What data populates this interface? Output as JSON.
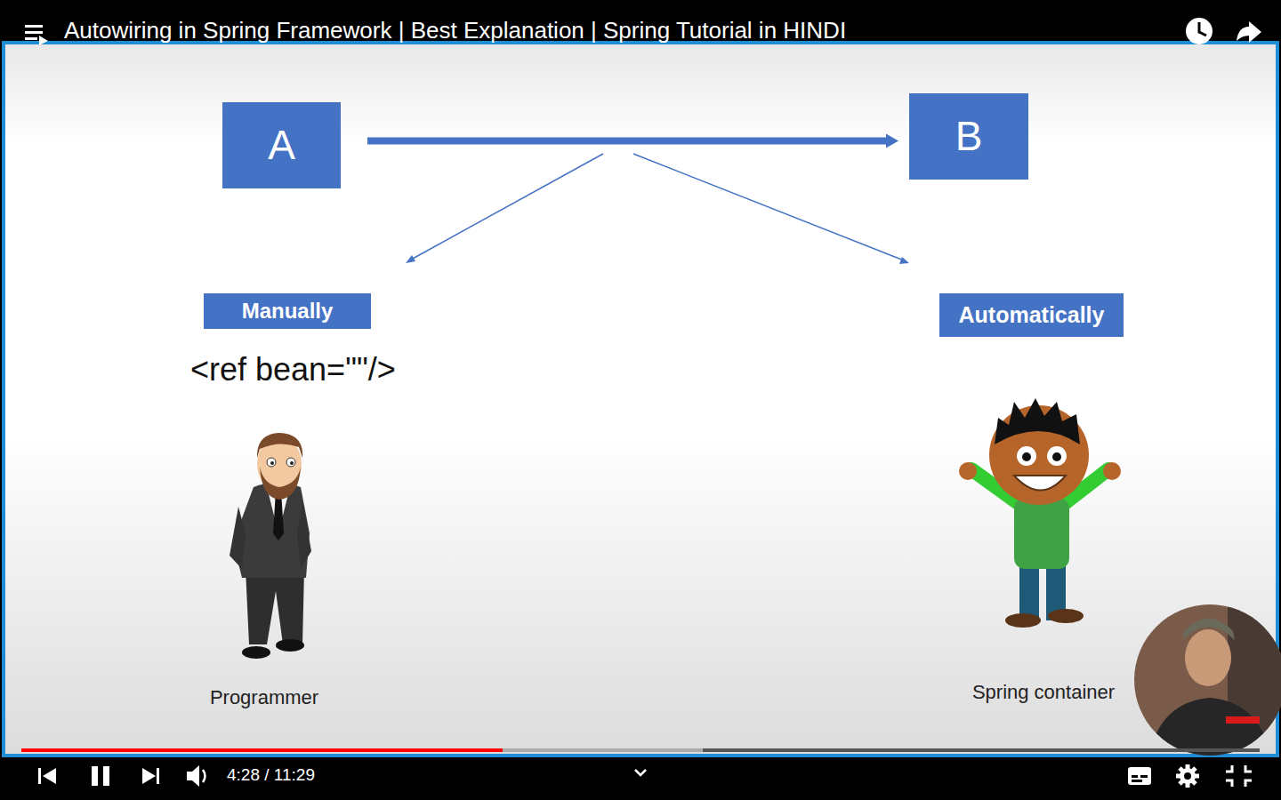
{
  "diagram": {
    "title": "Autowiring in Spring Framework | Best Explanation | Spring Tutorial in HINDI",
    "nodes": [
      {
        "text": [
          "A"
        ]
      },
      {
        "text": [
          "B"
        ]
      },
      {
        "text": [
          "Manually"
        ]
      },
      {
        "text": [
          "Automatically"
        ]
      }
    ],
    "edges": [
      {
        "from": 0,
        "to": 1,
        "arrow": "to"
      }
    ],
    "labels": [
      "<ref bean=\"\"/>",
      "Programmer",
      "Spring container",
      "4:28 / 11:29"
    ]
  }
}
